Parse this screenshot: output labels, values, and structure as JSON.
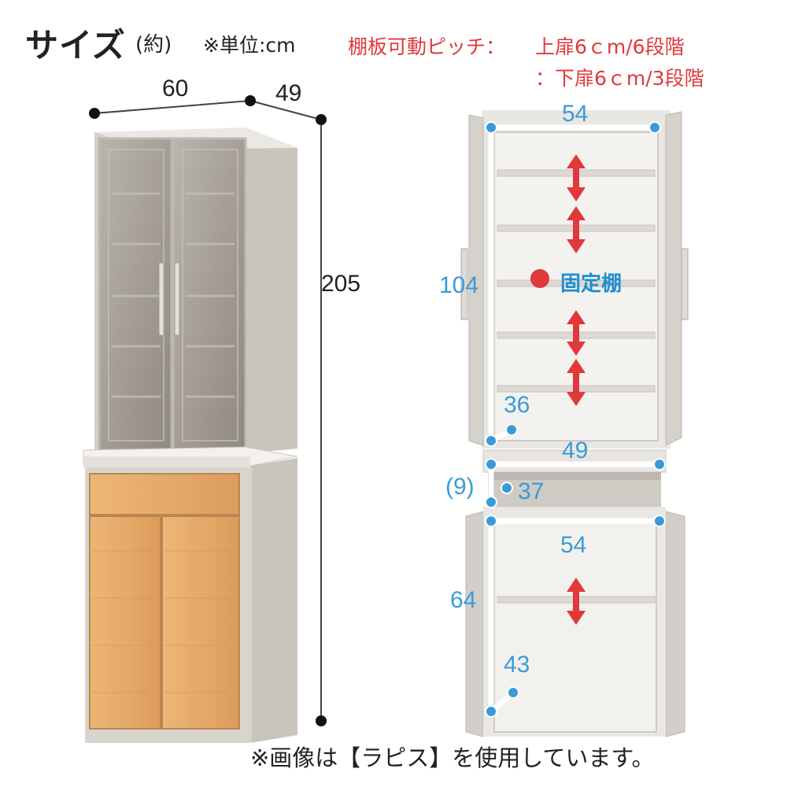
{
  "header": {
    "title": "サイズ",
    "approx": "(約)",
    "unit": "※単位:cm"
  },
  "pitch": {
    "label": "棚板可動ピッチ：",
    "upper": "上扉6ｃm/6段階",
    "lower": "：下扉6ｃm/3段階"
  },
  "exterior": {
    "width": "60",
    "depth": "49",
    "height": "205"
  },
  "interior": {
    "upper_width": "54",
    "upper_height": "104",
    "upper_depth": "36",
    "middle_width": "49",
    "middle_height": "(9)",
    "middle_depth": "37",
    "lower_width": "54",
    "lower_height": "64",
    "lower_depth": "43"
  },
  "fixed_shelf": "固定棚",
  "footnote": "※画像は【ラピス】を使用しています。",
  "colors": {
    "dimension_blue": "#3a9ad9",
    "pitch_red": "#e0383b",
    "wood": "#e6a969",
    "frame": "#c9c4bd"
  },
  "icons": {
    "pitch_arrow": "red-double-arrow-icon",
    "fixed_marker": "red-dot-icon"
  }
}
